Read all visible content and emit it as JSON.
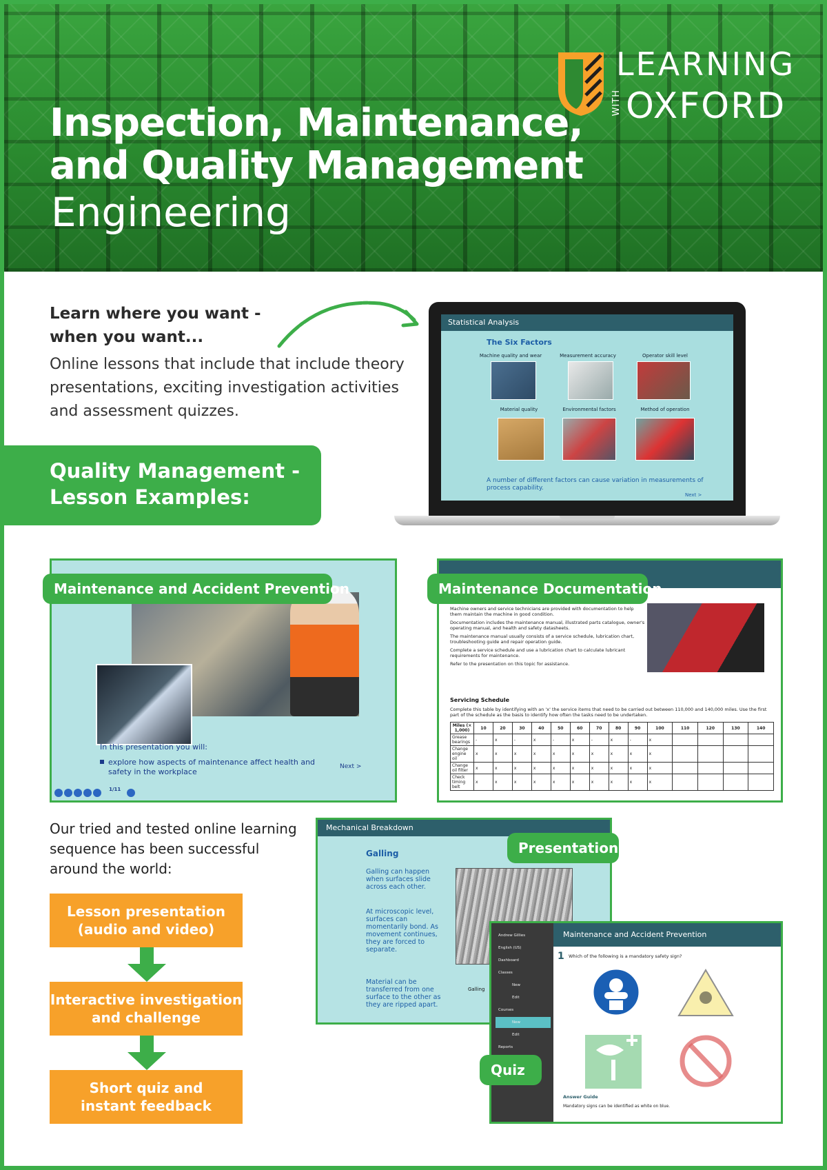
{
  "header": {
    "title_line1": "Inspection, Maintenance,",
    "title_line2": "and Quality Management",
    "subtitle": "Engineering",
    "logo": {
      "word1": "LEARNING",
      "with": "WITH",
      "word2": "OXFORD",
      "shield_color": "#f7a12a"
    }
  },
  "intro": {
    "heading_line1": "Learn where you want -",
    "heading_line2": "when you want...",
    "body": "Online lessons that include that include theory presentations, exciting investigation activities and assessment quizzes."
  },
  "quality_box": {
    "line1": "Quality Management -",
    "line2": "Lesson Examples:"
  },
  "laptop_slide": {
    "bar": "Statistical Analysis",
    "title": "The Six Factors",
    "factors": [
      "Machine quality and wear",
      "Measurement accuracy",
      "Operator skill level",
      "Material quality",
      "Environmental factors",
      "Method of operation"
    ],
    "caption": "A number of different factors can cause variation in measurements of process capability.",
    "next": "Next >"
  },
  "panel_maintenance": {
    "tag": "Maintenance and Accident Prevention",
    "intro": "In this presentation you will:",
    "bullet": "explore how aspects of maintenance affect health and safety in the workplace",
    "next": "Next >",
    "page": "1/11"
  },
  "panel_documentation": {
    "tag": "Maintenance Documentation",
    "paragraphs": [
      "Machine owners and service technicians are provided with documentation to help them maintain the machine in good condition.",
      "Documentation includes the maintenance manual, illustrated parts catalogue, owner's operating manual, and health and safety datasheets.",
      "The maintenance manual usually consists of a service schedule, lubrication chart, troubleshooting guide and repair operation guide.",
      "Complete a service schedule and use a lubrication chart to calculate lubricant requirements for maintenance.",
      "Refer to the presentation on this topic for assistance."
    ],
    "schedule_title": "Servicing Schedule",
    "schedule_text": "Complete this table by identifying with an 'x' the service items that need to be carried out between 110,000 and 140,000 miles. Use the first part of the schedule as the basis to identify how often the tasks need to be undertaken.",
    "table_header": [
      "Miles (× 1,000)",
      "10",
      "20",
      "30",
      "40",
      "50",
      "60",
      "70",
      "80",
      "90",
      "100",
      "110",
      "120",
      "130",
      "140"
    ],
    "table_rows": [
      [
        "Grease bearings",
        "-",
        "x",
        "-",
        "x",
        "-",
        "x",
        "-",
        "x",
        "-",
        "x",
        "",
        "",
        "",
        ""
      ],
      [
        "Change engine oil",
        "x",
        "x",
        "x",
        "x",
        "x",
        "x",
        "x",
        "x",
        "x",
        "x",
        "",
        "",
        "",
        ""
      ],
      [
        "Change oil filter",
        "x",
        "x",
        "x",
        "x",
        "x",
        "x",
        "x",
        "x",
        "x",
        "x",
        "",
        "",
        "",
        ""
      ],
      [
        "Check timing belt",
        "x",
        "x",
        "x",
        "x",
        "x",
        "x",
        "x",
        "x",
        "x",
        "x",
        "",
        "",
        "",
        ""
      ]
    ]
  },
  "sequence": {
    "intro": "Our tried and tested online learning sequence has been successful around the world:",
    "steps": [
      {
        "line1": "Lesson presentation",
        "line2": "(audio and video)"
      },
      {
        "line1": "Interactive investigation",
        "line2": "and challenge"
      },
      {
        "line1": "Short quiz and",
        "line2": "instant feedback"
      }
    ]
  },
  "panel_presentation": {
    "tag": "Presentation",
    "bar": "Mechanical Breakdown",
    "title": "Galling",
    "texts": [
      "Galling can happen when surfaces slide across each other.",
      "At microscopic level, surfaces can momentarily bond. As movement continues, they are forced to separate.",
      "Material can be transferred from one surface to the other as they are ripped apart."
    ],
    "image_label": "Galling"
  },
  "panel_quiz": {
    "tag": "Quiz",
    "header": "Maintenance and Accident Prevention",
    "qnum": "1",
    "question": "Which of the following is a mandatory safety sign?",
    "sidebar": [
      "Andrew Gillies",
      "English (US)",
      "Dashboard",
      "Classes",
      "New",
      "Edit",
      "Courses",
      "New",
      "Edit",
      "Reports"
    ],
    "answer_title": "Answer Guide",
    "answer_text": "Mandatory signs can be identified as white on blue."
  },
  "colors": {
    "brand_green": "#3dae49",
    "orange": "#f7a12a",
    "teal_bar": "#2d5f6b",
    "slide_bg": "#b6e3e4"
  }
}
